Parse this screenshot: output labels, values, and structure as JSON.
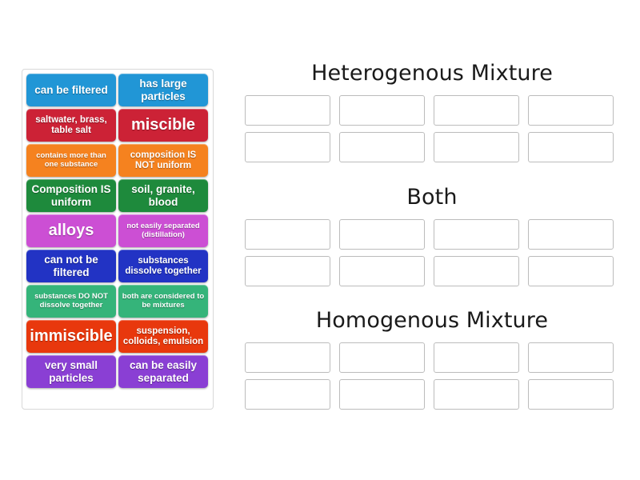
{
  "activity": {
    "type": "drag-and-drop-group-sort",
    "tile_text_color": "#ffffff"
  },
  "tile_bank": {
    "name": "draggable-tiles",
    "tiles": [
      {
        "label": "can be filtered",
        "color": "#2196d6",
        "size": "md"
      },
      {
        "label": "has large particles",
        "color": "#2196d6",
        "size": "md"
      },
      {
        "label": "saltwater, brass, table salt",
        "color": "#cc2236",
        "size": "sm"
      },
      {
        "label": "miscible",
        "color": "#cc2236",
        "size": "lg"
      },
      {
        "label": "contains more than one substance",
        "color": "#f5821f",
        "size": "xs"
      },
      {
        "label": "composition IS NOT uniform",
        "color": "#f5821f",
        "size": "sm"
      },
      {
        "label": "Composition IS uniform",
        "color": "#1e8a3c",
        "size": "md"
      },
      {
        "label": "soil, granite, blood",
        "color": "#1e8a3c",
        "size": "md"
      },
      {
        "label": "alloys",
        "color": "#cc4fd4",
        "size": "lg"
      },
      {
        "label": "not easily separated (distillation)",
        "color": "#cc4fd4",
        "size": "xs"
      },
      {
        "label": "can not be filtered",
        "color": "#2233c4",
        "size": "md"
      },
      {
        "label": "substances dissolve together",
        "color": "#2233c4",
        "size": "sm"
      },
      {
        "label": "substances DO NOT dissolve together",
        "color": "#35b47a",
        "size": "xs"
      },
      {
        "label": "both are considered to be mixtures",
        "color": "#35b47a",
        "size": "xs"
      },
      {
        "label": "immiscible",
        "color": "#e8380d",
        "size": "lg"
      },
      {
        "label": "suspension, colloids, emulsion",
        "color": "#e8380d",
        "size": "sm"
      },
      {
        "label": "very small particles",
        "color": "#8a3fd4",
        "size": "md"
      },
      {
        "label": "can be easily separated",
        "color": "#8a3fd4",
        "size": "md"
      }
    ]
  },
  "groups": [
    {
      "id": "hetero",
      "title": "Heterogenous Mixture",
      "slot_count": 8
    },
    {
      "id": "both",
      "title": "Both",
      "slot_count": 8
    },
    {
      "id": "homo",
      "title": "Homogenous Mixture",
      "slot_count": 8
    }
  ]
}
